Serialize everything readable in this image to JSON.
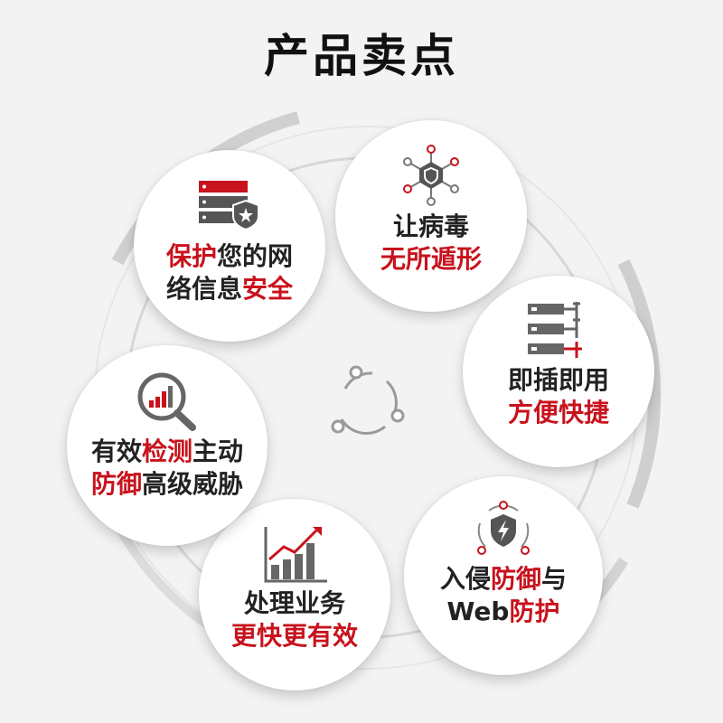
{
  "title": "产品卖点",
  "colors": {
    "accent_red": "#c8121c",
    "text_dark": "#222222",
    "icon_gray": "#555555",
    "ring_gray": "#cfcfcf"
  },
  "features": [
    {
      "id": "protect",
      "icon": "server-shield-icon",
      "lines": [
        [
          {
            "text": "保护",
            "accent": true
          },
          {
            "text": "您的网",
            "accent": false
          }
        ],
        [
          {
            "text": "络信息",
            "accent": false
          },
          {
            "text": "安全",
            "accent": true
          }
        ]
      ]
    },
    {
      "id": "virus",
      "icon": "network-shield-icon",
      "lines": [
        [
          {
            "text": "让病毒",
            "accent": false
          }
        ],
        [
          {
            "text": "无所遁形",
            "accent": true
          }
        ]
      ]
    },
    {
      "id": "plug",
      "icon": "server-stack-icon",
      "lines": [
        [
          {
            "text": "即插即用",
            "accent": false
          }
        ],
        [
          {
            "text": "方便快捷",
            "accent": true
          }
        ]
      ]
    },
    {
      "id": "intrusion",
      "icon": "lightning-shield-icon",
      "lines": [
        [
          {
            "text": "入侵",
            "accent": false
          },
          {
            "text": "防御",
            "accent": true
          },
          {
            "text": "与",
            "accent": false
          }
        ],
        [
          {
            "text": "Web",
            "accent": false
          },
          {
            "text": "防护",
            "accent": true
          }
        ]
      ]
    },
    {
      "id": "business",
      "icon": "growth-chart-icon",
      "lines": [
        [
          {
            "text": "处理业务",
            "accent": false
          }
        ],
        [
          {
            "text": "更快更有效",
            "accent": true
          }
        ]
      ]
    },
    {
      "id": "detect",
      "icon": "magnifier-chart-icon",
      "lines": [
        [
          {
            "text": "有效",
            "accent": false
          },
          {
            "text": "检测",
            "accent": true
          },
          {
            "text": "主动",
            "accent": false
          }
        ],
        [
          {
            "text": "防御",
            "accent": true
          },
          {
            "text": "高级威胁",
            "accent": false
          }
        ]
      ]
    }
  ]
}
